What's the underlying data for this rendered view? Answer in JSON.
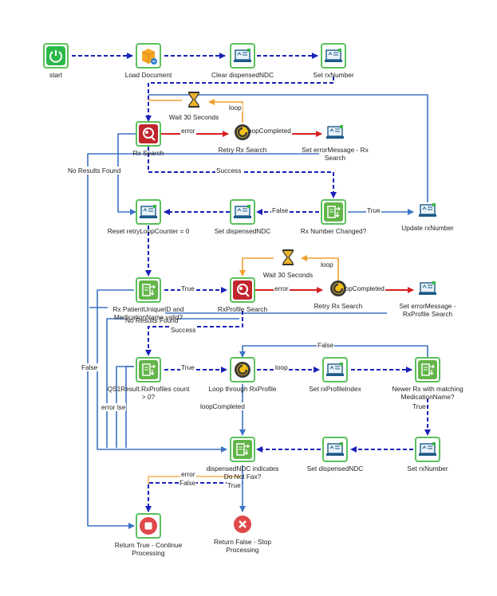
{
  "diagram": {
    "nodes": [
      {
        "id": "start",
        "label": "start",
        "icon": "power-icon",
        "kind": "start"
      },
      {
        "id": "load_document",
        "label": "Load Document",
        "icon": "package-icon",
        "kind": "load"
      },
      {
        "id": "clear_dispensed_ndc",
        "label": "Clear dispensedNDC",
        "icon": "monitor-icon",
        "kind": "assign"
      },
      {
        "id": "set_rx_number_1",
        "label": "Set rxNumber",
        "icon": "monitor-icon",
        "kind": "assign"
      },
      {
        "id": "wait_30_1",
        "label": "Wait 30 Seconds",
        "icon": "hourglass-icon",
        "kind": "wait"
      },
      {
        "id": "rx_search",
        "label": "Rx Search",
        "icon": "query-icon",
        "kind": "query"
      },
      {
        "id": "retry_rx_search_1",
        "label": "Retry Rx Search",
        "icon": "loop-icon",
        "kind": "loop"
      },
      {
        "id": "set_error_rx_search",
        "label": "Set errorMessage - Rx\nSearch",
        "icon": "monitor-icon",
        "kind": "assign-plain"
      },
      {
        "id": "reset_retry",
        "label": "Reset retryLoopCounter = 0",
        "icon": "monitor-icon",
        "kind": "assign"
      },
      {
        "id": "set_dispensed_ndc_1",
        "label": "Set dispensedNDC",
        "icon": "monitor-icon",
        "kind": "assign"
      },
      {
        "id": "rx_number_changed",
        "label": "Rx Number Changed?",
        "icon": "decision-icon",
        "kind": "decision"
      },
      {
        "id": "update_rx_number",
        "label": "Update rxNumber",
        "icon": "monitor-icon",
        "kind": "assign-plain"
      },
      {
        "id": "wait_30_2",
        "label": "Wait 30 Seconds",
        "icon": "hourglass-icon",
        "kind": "wait"
      },
      {
        "id": "rx_patient_valid",
        "label": "Rx PatientUniqueID and\nMedicationName valid?",
        "icon": "decision-icon",
        "kind": "decision"
      },
      {
        "id": "rxprofile_search",
        "label": "RxProfile Search",
        "icon": "query-icon",
        "kind": "query"
      },
      {
        "id": "retry_rx_search_2",
        "label": "Retry Rx Search",
        "icon": "loop-icon",
        "kind": "loop"
      },
      {
        "id": "set_error_rxprofile",
        "label": "Set errorMessage -\nRxProfile Search",
        "icon": "monitor-icon",
        "kind": "assign-plain"
      },
      {
        "id": "qs1_count",
        "label": "QS1Result.RxProfiles count\n> 0?",
        "icon": "decision-icon",
        "kind": "decision"
      },
      {
        "id": "loop_rxprofile",
        "label": "Loop through RxProfile",
        "icon": "loop-icon",
        "kind": "loop-boxed"
      },
      {
        "id": "set_rxprofile_index",
        "label": "Set rxProfileIndex",
        "icon": "monitor-icon",
        "kind": "assign"
      },
      {
        "id": "newer_rx",
        "label": "Newer Rx with matching\nMedicationName?",
        "icon": "decision-icon",
        "kind": "decision"
      },
      {
        "id": "dispensed_ndc_dnf",
        "label": "dispensedNDC indicates\nDo Not Fax?",
        "icon": "decision-icon",
        "kind": "decision"
      },
      {
        "id": "set_dispensed_ndc_2",
        "label": "Set dispensedNDC",
        "icon": "monitor-icon",
        "kind": "assign"
      },
      {
        "id": "set_rx_number_2",
        "label": "Set rxNumber",
        "icon": "monitor-icon",
        "kind": "assign"
      },
      {
        "id": "return_true",
        "label": "Return True - Continue\nProcessing",
        "icon": "stop-icon",
        "kind": "stop"
      },
      {
        "id": "return_false",
        "label": "Return False - Stop\nProcessing",
        "icon": "error-x-icon",
        "kind": "error"
      }
    ],
    "edge_labels": {
      "error_1": "error",
      "loop_1": "loop",
      "loop_completed_1": "loopCompleted",
      "no_results_1": "No Results Found",
      "success_1": "Success",
      "false_1": "False",
      "true_1": "True",
      "true_2": "True",
      "error_2": "error",
      "loop_2": "loop",
      "loop_completed_2": "loopCompleted",
      "no_results_2": "No Results Found",
      "success_2": "Success",
      "false_left": "False",
      "true_3": "True",
      "loop_3": "loop",
      "false_top": "False",
      "true_4": "True",
      "loop_completed_3": "loopCompleted",
      "error_ise": "error lse",
      "error_3": "error",
      "false_2": "False",
      "true_5": "True"
    },
    "colors": {
      "flow_dashed": "#1a22b8",
      "flow_solid": "#3d73c4",
      "error": "#d62020",
      "retry": "#f0a030",
      "node_border": "#5cc05c",
      "node_fill": "#62b548"
    }
  }
}
